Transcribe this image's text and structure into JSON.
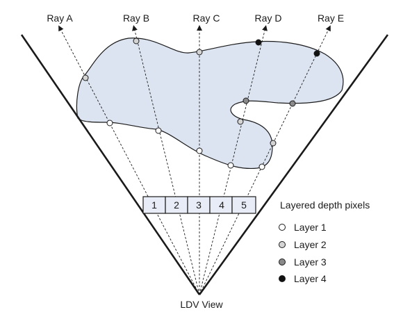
{
  "view_label": "LDV View",
  "rays": [
    {
      "name": "ray-a",
      "label": "Ray A"
    },
    {
      "name": "ray-b",
      "label": "Ray B"
    },
    {
      "name": "ray-c",
      "label": "Ray C"
    },
    {
      "name": "ray-d",
      "label": "Ray D"
    },
    {
      "name": "ray-e",
      "label": "Ray E"
    }
  ],
  "pixels": [
    "1",
    "2",
    "3",
    "4",
    "5"
  ],
  "legend": {
    "title": "Layered depth pixels",
    "items": [
      {
        "label": "Layer 1",
        "color": "#ffffff"
      },
      {
        "label": "Layer 2",
        "color": "#d4d4d4"
      },
      {
        "label": "Layer 3",
        "color": "#8a8a8a"
      },
      {
        "label": "Layer 4",
        "color": "#111111"
      }
    ]
  },
  "colors": {
    "object_fill": "#dde4f1",
    "pixel_fill": "#e7ecf6",
    "line": "#1a1a1a"
  }
}
